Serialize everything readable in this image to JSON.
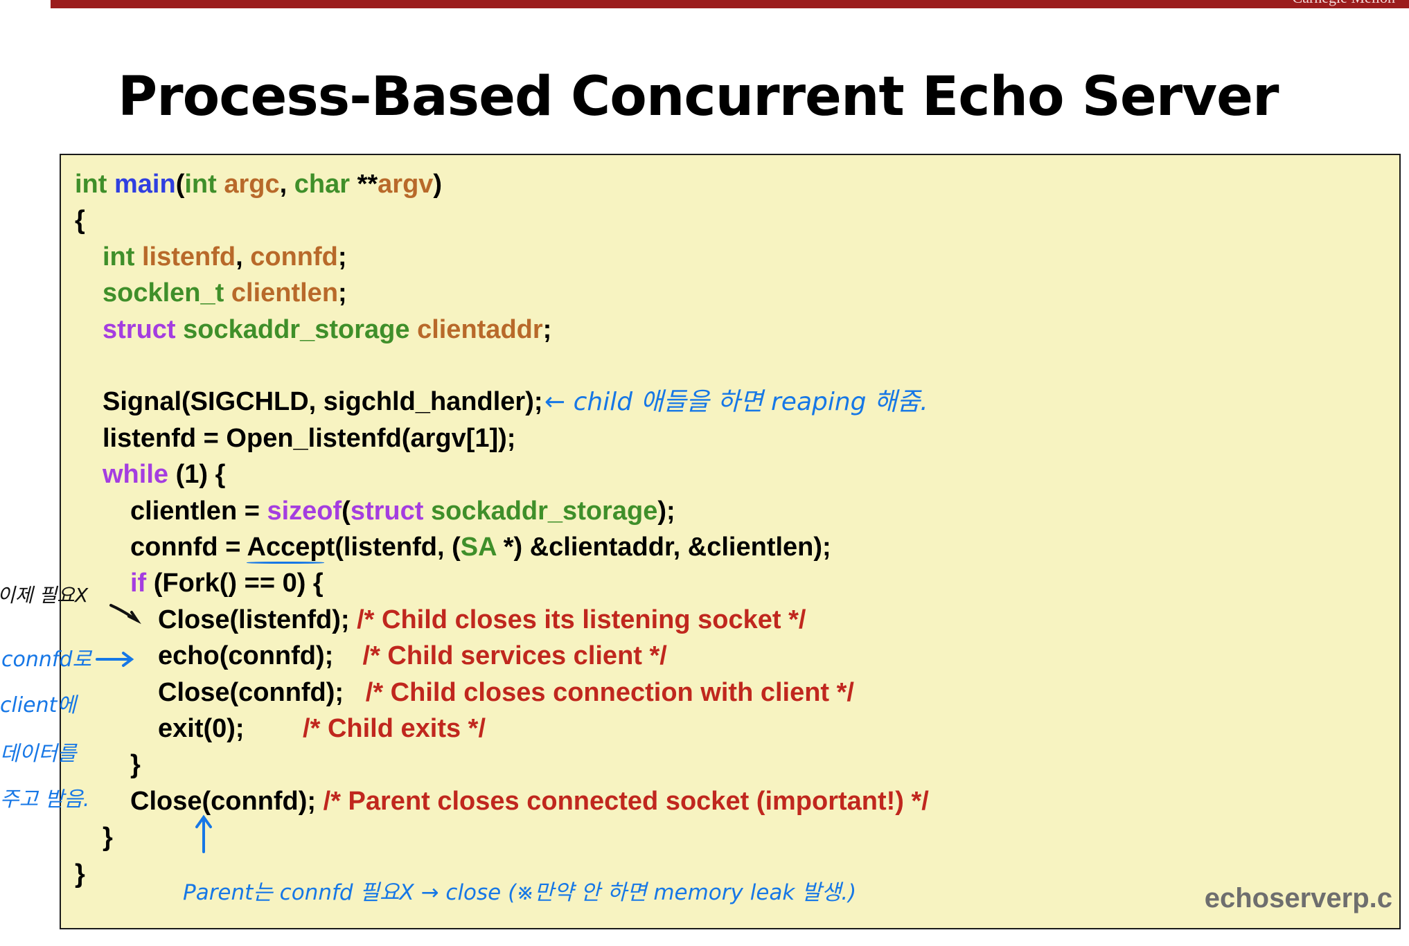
{
  "header": {
    "bar_text": "Carnegie Mellon"
  },
  "slide": {
    "title": "Process-Based Concurrent Echo Server",
    "file_label": "echoserverp.c"
  },
  "code": {
    "lines": [
      {
        "indent": 0,
        "tokens": [
          {
            "t": "int ",
            "c": "type"
          },
          {
            "t": "main",
            "c": "fn"
          },
          {
            "t": "(",
            "c": "plain"
          },
          {
            "t": "int ",
            "c": "type"
          },
          {
            "t": "argc",
            "c": "var"
          },
          {
            "t": ", ",
            "c": "plain"
          },
          {
            "t": "char ",
            "c": "type"
          },
          {
            "t": "**",
            "c": "plain"
          },
          {
            "t": "argv",
            "c": "var"
          },
          {
            "t": ")",
            "c": "plain"
          }
        ]
      },
      {
        "indent": 0,
        "tokens": [
          {
            "t": "{",
            "c": "plain"
          }
        ]
      },
      {
        "indent": 1,
        "tokens": [
          {
            "t": "int ",
            "c": "type"
          },
          {
            "t": "listenfd",
            "c": "var"
          },
          {
            "t": ", ",
            "c": "plain"
          },
          {
            "t": "connfd",
            "c": "var"
          },
          {
            "t": ";",
            "c": "plain"
          }
        ]
      },
      {
        "indent": 1,
        "tokens": [
          {
            "t": "socklen_t ",
            "c": "type"
          },
          {
            "t": "clientlen",
            "c": "var"
          },
          {
            "t": ";",
            "c": "plain"
          }
        ]
      },
      {
        "indent": 1,
        "tokens": [
          {
            "t": "struct ",
            "c": "kw"
          },
          {
            "t": "sockaddr_storage ",
            "c": "type"
          },
          {
            "t": "clientaddr",
            "c": "var"
          },
          {
            "t": ";",
            "c": "plain"
          }
        ]
      },
      {
        "indent": 0,
        "tokens": []
      },
      {
        "indent": 1,
        "tokens": [
          {
            "t": "Signal(SIGCHLD, sigchld_handler);",
            "c": "plain"
          }
        ]
      },
      {
        "indent": 1,
        "tokens": [
          {
            "t": "listenfd = Open_listenfd(argv[1]);",
            "c": "plain"
          }
        ]
      },
      {
        "indent": 1,
        "tokens": [
          {
            "t": "while ",
            "c": "kw"
          },
          {
            "t": "(1) {",
            "c": "plain"
          }
        ]
      },
      {
        "indent": 2,
        "tokens": [
          {
            "t": "clientlen = ",
            "c": "plain"
          },
          {
            "t": "sizeof",
            "c": "kw"
          },
          {
            "t": "(",
            "c": "plain"
          },
          {
            "t": "struct ",
            "c": "kw"
          },
          {
            "t": "sockaddr_storage",
            "c": "type"
          },
          {
            "t": ");",
            "c": "plain"
          }
        ]
      },
      {
        "indent": 2,
        "tokens": [
          {
            "t": "connfd = Accept(listenfd, (",
            "c": "plain"
          },
          {
            "t": "SA",
            "c": "type"
          },
          {
            "t": " *) &clientaddr, &clientlen);",
            "c": "plain"
          }
        ]
      },
      {
        "indent": 2,
        "tokens": [
          {
            "t": "if ",
            "c": "kw"
          },
          {
            "t": "(Fork() == 0) {",
            "c": "plain"
          }
        ]
      },
      {
        "indent": 3,
        "tokens": [
          {
            "t": "Close(listenfd); ",
            "c": "plain"
          },
          {
            "t": "/* Child closes its listening socket */",
            "c": "cmt"
          }
        ]
      },
      {
        "indent": 3,
        "tokens": [
          {
            "t": "echo(connfd);    ",
            "c": "plain"
          },
          {
            "t": "/* Child services client */",
            "c": "cmt"
          }
        ]
      },
      {
        "indent": 3,
        "tokens": [
          {
            "t": "Close(connfd);   ",
            "c": "plain"
          },
          {
            "t": "/* Child closes connection with client */",
            "c": "cmt"
          }
        ]
      },
      {
        "indent": 3,
        "tokens": [
          {
            "t": "exit(0);        ",
            "c": "plain"
          },
          {
            "t": "/* Child exits */",
            "c": "cmt"
          }
        ]
      },
      {
        "indent": 2,
        "tokens": [
          {
            "t": "}",
            "c": "plain"
          }
        ]
      },
      {
        "indent": 2,
        "tokens": [
          {
            "t": "Close(connfd); ",
            "c": "plain"
          },
          {
            "t": "/* Parent closes connected socket (important!) */",
            "c": "cmt"
          }
        ]
      },
      {
        "indent": 1,
        "tokens": [
          {
            "t": "}",
            "c": "plain"
          }
        ]
      },
      {
        "indent": 0,
        "tokens": [
          {
            "t": "}",
            "c": "plain"
          }
        ]
      }
    ]
  },
  "annotations": {
    "signal_note": "← child 애들을 하면 reaping 해줌.",
    "left_note_1": "이제 필요X",
    "left_note_2_lines": [
      "connfd로",
      "client에",
      "데이터를",
      "주고 받음."
    ],
    "parent_note": "Parent는 connfd 필요X → close (※만약 안 하면 memory leak 발생.)"
  },
  "colors": {
    "type": "#3f8f2a",
    "function": "#2f3fe0",
    "variable": "#b8692a",
    "keyword": "#a43de0",
    "comment": "#c0271e",
    "handwriting": "#1677e6",
    "header_bar": "#9b1c1c"
  }
}
